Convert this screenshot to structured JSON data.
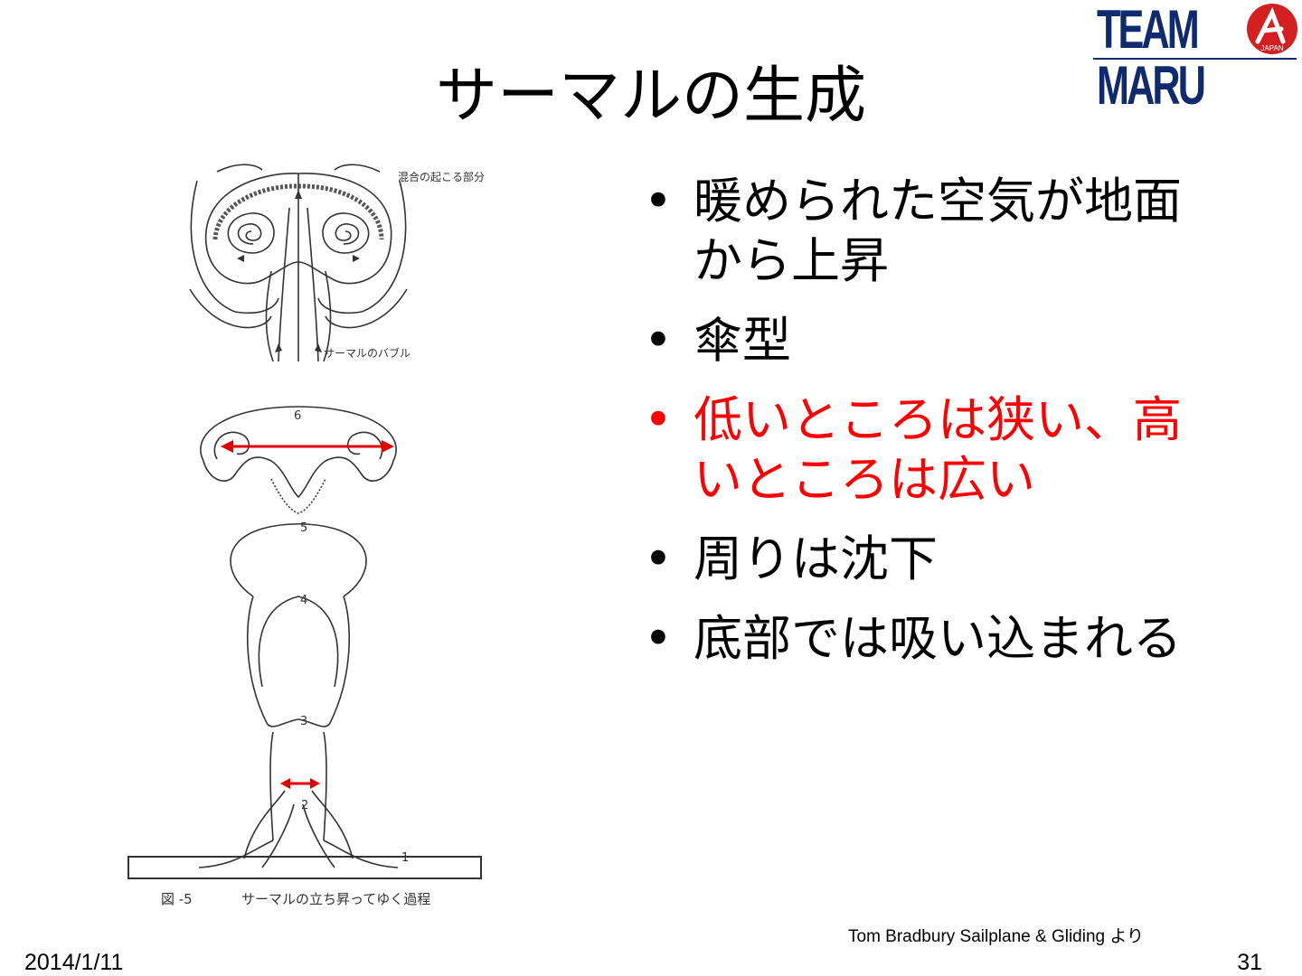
{
  "logo": {
    "text": "TEAM MARU",
    "badge_text": "JAPAN",
    "color": "#0f2a6e",
    "badge_color": "#d42020"
  },
  "title": "サーマルの生成",
  "diagram": {
    "mix_label": "混合の起こる部分",
    "bubble_label": "サーマルのバブル",
    "stage_labels": [
      "1",
      "2",
      "3",
      "4",
      "5",
      "6"
    ],
    "figure_number": "図 -5",
    "figure_caption": "サーマルの立ち昇ってゆく過程",
    "arrow_color": "#e00000"
  },
  "bullets": [
    {
      "bullet": "•",
      "text": "暖められた空気が地面から上昇",
      "color": "black"
    },
    {
      "bullet": "•",
      "text": "傘型",
      "color": "black"
    },
    {
      "bullet": "•",
      "text": "低いところは狭い、高いところは広い",
      "color": "red"
    },
    {
      "bullet": "•",
      "text": "周りは沈下",
      "color": "black"
    },
    {
      "bullet": "•",
      "text": "底部では吸い込まれる",
      "color": "black"
    }
  ],
  "source": "Tom Bradbury Sailplane & Gliding より",
  "footer": {
    "date": "2014/1/11",
    "page": "31"
  }
}
